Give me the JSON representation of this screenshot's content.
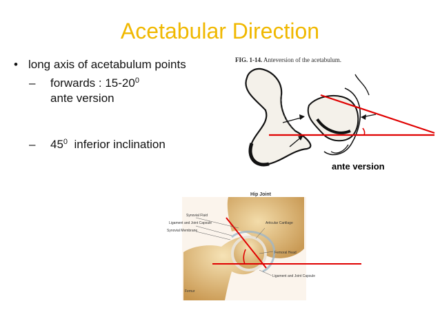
{
  "slide": {
    "title": "Acetabular Direction",
    "bullet_marker": "•",
    "bullet": "long axis of acetabulum points",
    "sub_marker": "–",
    "sub1": {
      "text": "forwards : 15-20",
      "sup": "0",
      "line2": "ante version"
    },
    "sub2": {
      "pre": "45",
      "sup": "0",
      "post": "  inferior inclination"
    }
  },
  "figure1": {
    "caption_label": "FIG. 1-14.",
    "caption_text": "Anteversion of the acetabulum.",
    "annotation": "ante version",
    "line_color": "#e00000"
  },
  "figure2": {
    "title": "Hip Joint",
    "labels": {
      "synovial_fluid": "Synovial Fluid",
      "ligament_capsule_top": "Ligament and Joint Capsule",
      "synovial_membrane": "Synovial Membrane",
      "articular_cartilage": "Articular Cartilage",
      "femoral_head": "Femoral Head",
      "ligament_capsule_bottom": "Ligament and Joint Capsule",
      "femur": "Femur"
    },
    "line_color": "#e00000"
  }
}
